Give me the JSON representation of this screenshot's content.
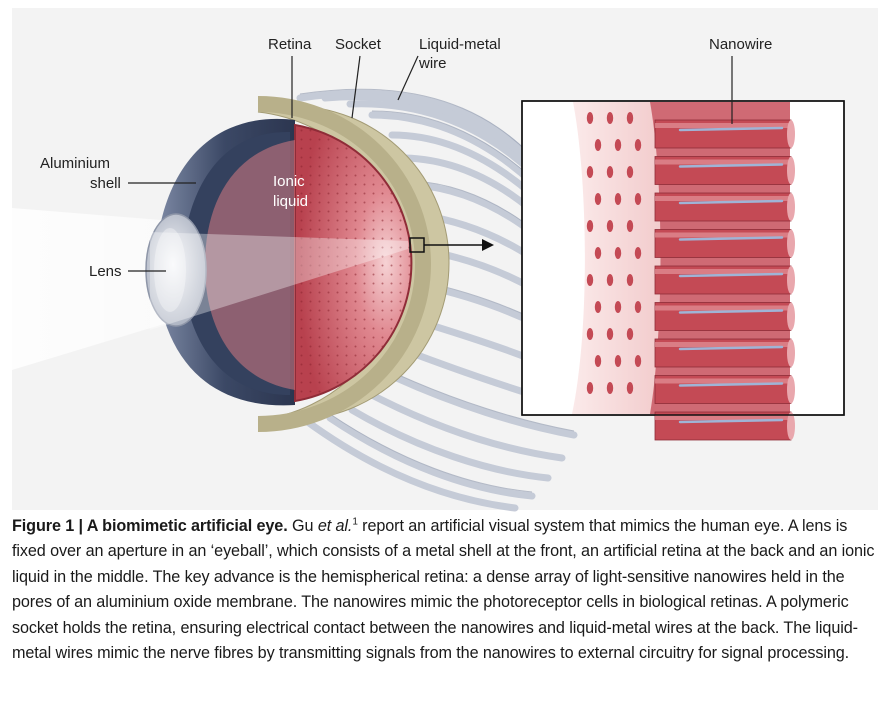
{
  "labels": {
    "retina": "Retina",
    "socket": "Socket",
    "liquid_metal_line1": "Liquid-metal",
    "liquid_metal_line2": "wire",
    "nanowire": "Nanowire",
    "aluminium_line1": "Aluminium",
    "aluminium_line2": "shell",
    "ionic_line1": "Ionic",
    "ionic_line2": "liquid",
    "lens": "Lens"
  },
  "caption": {
    "figure_label": "Figure 1 | A biomimetic artificial eye.",
    "intro": " Gu ",
    "et_al": "et al.",
    "ref": "1",
    "text": " report an artificial visual system that mimics the human eye. A lens is fixed over an aperture in an ‘eyeball’, which consists of a metal shell at the front, an artificial retina at the back and an ionic liquid in the middle. The key advance is the hemispherical retina: a dense array of light-sensitive nanowires held in the pores of an aluminium oxide membrane. The nanowires mimic the photoreceptor cells in biological retinas. A polymeric socket holds the retina, ensuring electrical contact between the nanowires and liquid-metal wires at the back. The liquid-metal wires mimic the nerve fibres by transmitting signals from the nanowires to external circuitry for signal processing."
  },
  "colors": {
    "background": "#f3f3f3",
    "retina": "#c95a66",
    "socket": "#cdc6a2",
    "shell": "#3c4a66",
    "wires": "#c3c9d6",
    "nanowire_body": "#c44a55"
  }
}
